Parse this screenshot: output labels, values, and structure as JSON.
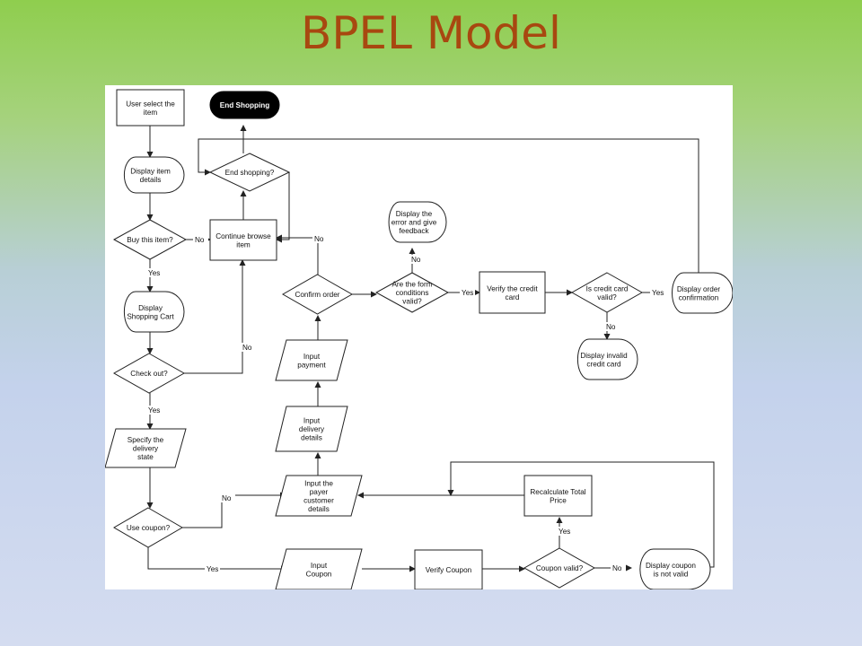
{
  "title": "BPEL Model",
  "nodes": [
    {
      "id": "user_select",
      "kind": "rect",
      "lines": [
        "User select the",
        "item"
      ]
    },
    {
      "id": "end_shopping",
      "kind": "terminal",
      "lines": [
        "End Shopping"
      ]
    },
    {
      "id": "display_item",
      "kind": "display",
      "lines": [
        "Display item",
        "details"
      ]
    },
    {
      "id": "end_shopping_q",
      "kind": "decision",
      "lines": [
        "End shopping?"
      ]
    },
    {
      "id": "buy_item_q",
      "kind": "decision",
      "lines": [
        "Buy this item?"
      ]
    },
    {
      "id": "continue_browse",
      "kind": "rect",
      "lines": [
        "Continue browse",
        "item"
      ]
    },
    {
      "id": "display_error",
      "kind": "display",
      "lines": [
        "Display the",
        "error and give",
        "feedback"
      ]
    },
    {
      "id": "display_cart",
      "kind": "display",
      "lines": [
        "Display",
        "Shopping Cart"
      ]
    },
    {
      "id": "confirm_order_q",
      "kind": "decision",
      "lines": [
        "Confirm order"
      ]
    },
    {
      "id": "form_valid_q",
      "kind": "decision",
      "lines": [
        "Are the form",
        "conditions",
        "valid?"
      ]
    },
    {
      "id": "verify_card",
      "kind": "rect",
      "lines": [
        "Verify the credit",
        "card"
      ]
    },
    {
      "id": "card_valid_q",
      "kind": "decision",
      "lines": [
        "Is credit card",
        "valid?"
      ]
    },
    {
      "id": "display_confirmation",
      "kind": "display",
      "lines": [
        "Display order",
        "confirmation"
      ]
    },
    {
      "id": "input_payment",
      "kind": "data",
      "lines": [
        "Input",
        "payment"
      ]
    },
    {
      "id": "display_invalid_card",
      "kind": "display",
      "lines": [
        "Display invalid",
        "credit card"
      ]
    },
    {
      "id": "checkout_q",
      "kind": "decision",
      "lines": [
        "Check out?"
      ]
    },
    {
      "id": "input_delivery",
      "kind": "data",
      "lines": [
        "Input",
        "delivery",
        "details"
      ]
    },
    {
      "id": "specify_state",
      "kind": "data",
      "lines": [
        "Specify the",
        "delivery",
        "state"
      ]
    },
    {
      "id": "input_payer",
      "kind": "data",
      "lines": [
        "Input the",
        "payer",
        "customer",
        "details"
      ]
    },
    {
      "id": "recalculate",
      "kind": "rect",
      "lines": [
        "Recalculate Total",
        "Price"
      ]
    },
    {
      "id": "use_coupon_q",
      "kind": "decision",
      "lines": [
        "Use coupon?"
      ]
    },
    {
      "id": "input_coupon",
      "kind": "data",
      "lines": [
        "Input",
        "Coupon"
      ]
    },
    {
      "id": "verify_coupon",
      "kind": "rect",
      "lines": [
        "Verify Coupon"
      ]
    },
    {
      "id": "coupon_valid_q",
      "kind": "decision",
      "lines": [
        "Coupon valid?"
      ]
    },
    {
      "id": "display_coupon_invalid",
      "kind": "display",
      "lines": [
        "Display coupon",
        "is not valid"
      ]
    }
  ],
  "edge_labels": {
    "buy_no": "No",
    "buy_yes": "Yes",
    "checkout_no": "No",
    "checkout_yes": "Yes",
    "confirm_no": "No",
    "form_no": "No",
    "form_yes": "Yes",
    "card_yes": "Yes",
    "card_no": "No",
    "coupon_no": "No",
    "coupon_yes": "Yes",
    "coupon_valid_yes": "Yes",
    "coupon_valid_no": "No"
  }
}
